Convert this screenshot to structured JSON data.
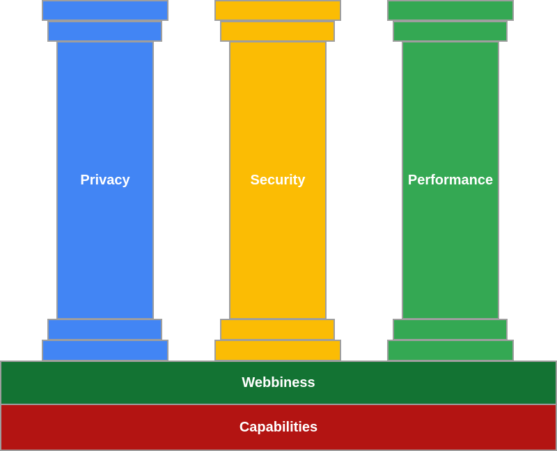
{
  "pillars": [
    {
      "label": "Privacy",
      "color": "#4285f4"
    },
    {
      "label": "Security",
      "color": "#fbbc04"
    },
    {
      "label": "Performance",
      "color": "#34a853"
    }
  ],
  "foundation": [
    {
      "label": "Webbiness",
      "color": "#137333"
    },
    {
      "label": "Capabilities",
      "color": "#b31412"
    }
  ]
}
